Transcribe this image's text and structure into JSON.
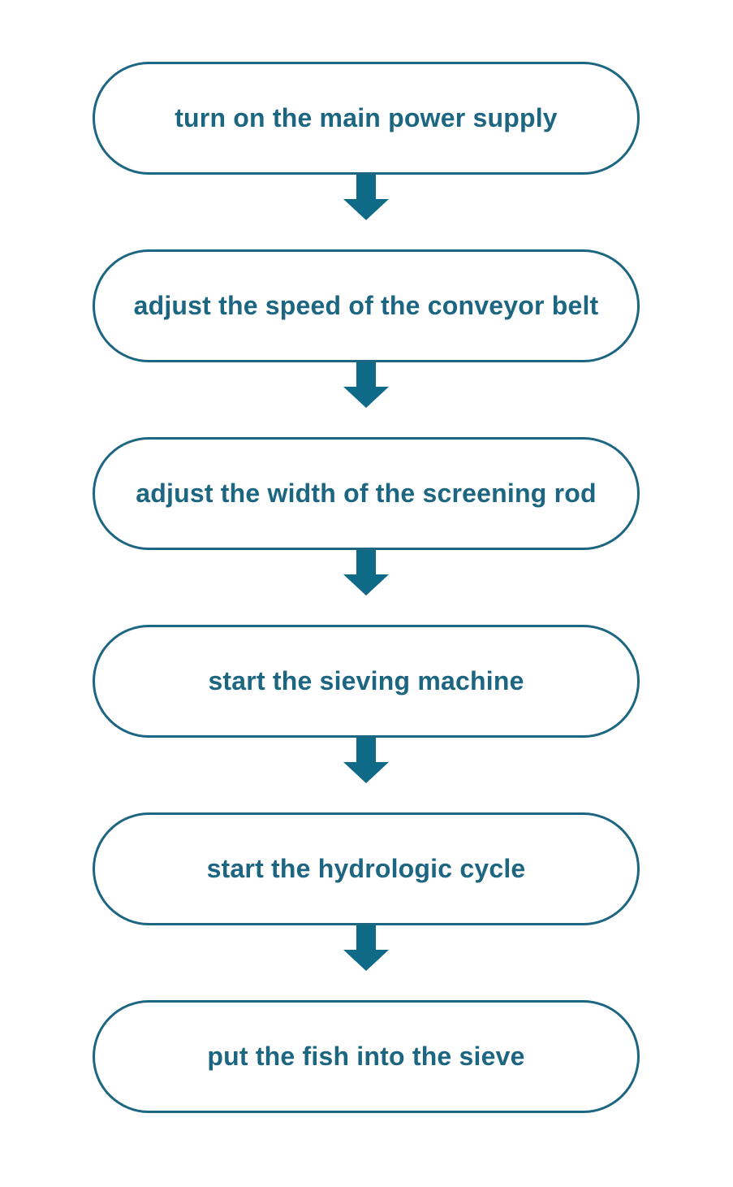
{
  "colors": {
    "accent": "#1d6682",
    "arrow": "#0e6a87",
    "background": "#ffffff"
  },
  "steps": [
    {
      "label": "turn on the main power supply"
    },
    {
      "label": "adjust the speed of the conveyor belt"
    },
    {
      "label": "adjust the width of the screening rod"
    },
    {
      "label": "start the sieving machine"
    },
    {
      "label": "start the hydrologic cycle"
    },
    {
      "label": "put the fish into the sieve"
    }
  ]
}
